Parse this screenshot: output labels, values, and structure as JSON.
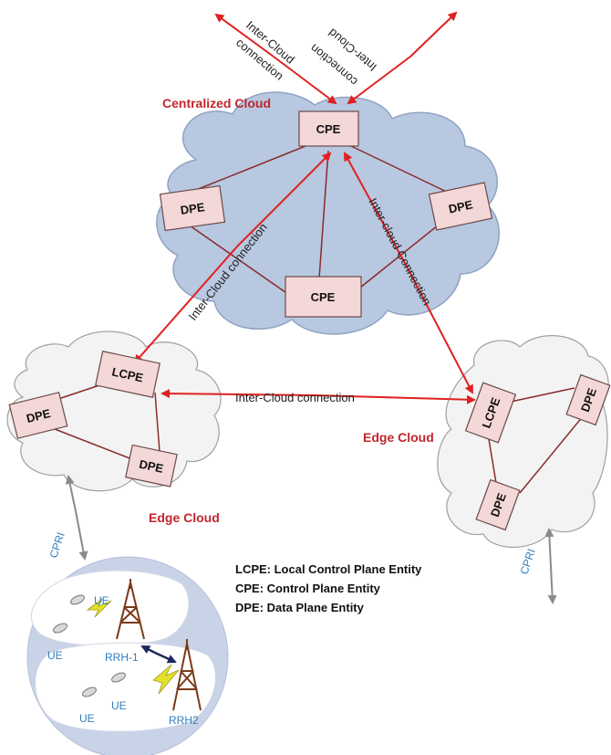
{
  "clouds": {
    "centralized_title": "Centralized Cloud",
    "edge_left_title": "Edge Cloud",
    "edge_right_title": "Edge Cloud"
  },
  "entities": {
    "cpe_top": "CPE",
    "cpe_bottom": "CPE",
    "dpe_central_left": "DPE",
    "dpe_central_right": "DPE",
    "lcpe_left": "LCPE",
    "dpe_left_1": "DPE",
    "dpe_left_2": "DPE",
    "lcpe_right": "LCPE",
    "dpe_right_1": "DPE",
    "dpe_right_2": "DPE"
  },
  "connections": {
    "top_left_1": "Inter-Cloud",
    "top_left_2": "connection",
    "top_right_1": "connection",
    "top_right_2": "Inter-Cloud",
    "central_to_left": "Inter-Cloud connection",
    "central_to_right": "Inter-cloud Connection",
    "edge_to_edge": "Inter-Cloud connection"
  },
  "cpri": {
    "left": "CPRI",
    "right": "CPRI"
  },
  "ran": {
    "ue_1": "UE",
    "ue_2": "UE",
    "ue_3": "UE",
    "ue_4": "UE",
    "rrh_1": "RRH-1",
    "rrh_2": "RRH2"
  },
  "legend": {
    "lcpe": "LCPE: Local Control Plane Entity",
    "cpe": "CPE: Control Plane Entity",
    "dpe": "DPE: Data Plane Entity"
  },
  "colors": {
    "central_cloud_fill": "#b7c8e0",
    "edge_cloud_fill": "#f3f3f3",
    "entity_fill": "#f4d7d7",
    "link_line": "#8b2a2a",
    "red_arrow": "#e02020",
    "cpri_arrow": "#8a8a8a",
    "cpri_text": "#2f7fc1",
    "ran_circle": "#c9d3e8"
  }
}
